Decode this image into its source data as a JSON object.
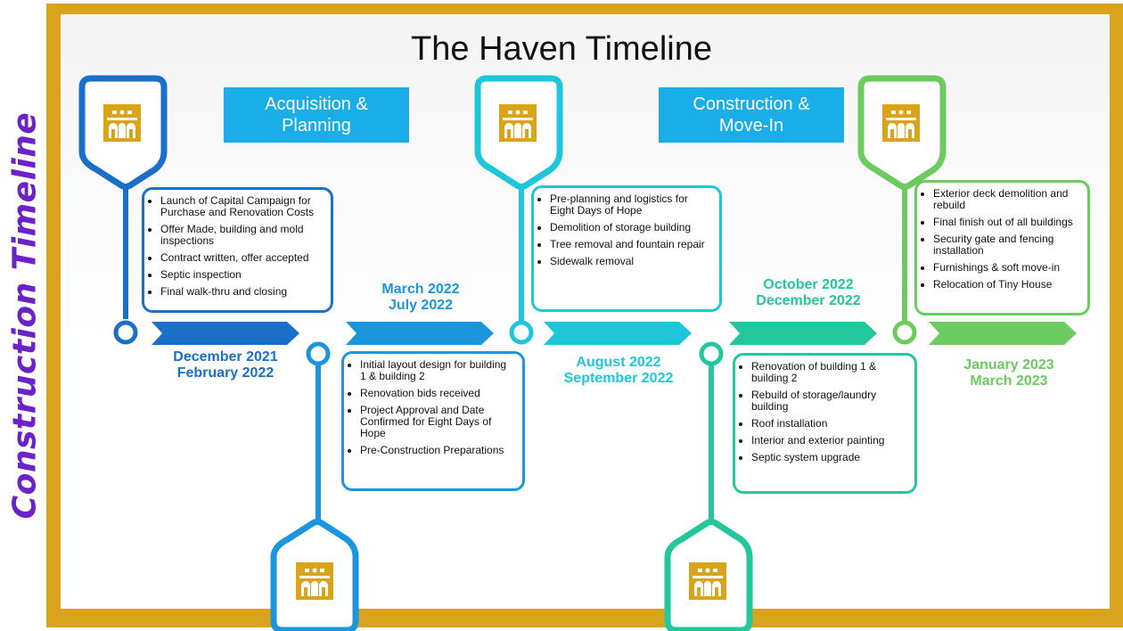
{
  "vertical_title": "Construction Timeline",
  "title": "The Haven Timeline",
  "phases": [
    {
      "label": "Acquisition & Planning"
    },
    {
      "label": "Construction & Move-In"
    }
  ],
  "milestones": [
    {
      "date_line1": "December 2021",
      "date_line2": "February 2022",
      "color": "#1a6fc9",
      "items": [
        "Launch of Capital Campaign for Purchase and Renovation Costs",
        "Offer Made, building and mold inspections",
        "Contract written, offer accepted",
        "Septic inspection",
        "Final walk-thru and closing"
      ]
    },
    {
      "date_line1": "March 2022",
      "date_line2": "July 2022",
      "color": "#1b95dd",
      "items": [
        "Initial layout design for building 1 & building 2",
        "Renovation bids received",
        "Project Approval and Date Confirmed for Eight Days of Hope",
        "Pre-Construction Preparations"
      ]
    },
    {
      "date_line1": "August 2022",
      "date_line2": "September 2022",
      "color": "#1ec6da",
      "items": [
        "Pre-planning and logistics for Eight Days of Hope",
        "Demolition of storage building",
        "Tree removal and fountain repair",
        "Sidewalk removal"
      ]
    },
    {
      "date_line1": "October 2022",
      "date_line2": "December 2022",
      "color": "#22c79c",
      "items": [
        "Renovation of building 1 & building 2",
        "Rebuild of storage/laundry building",
        "Roof installation",
        "Interior and exterior painting",
        "Septic system upgrade"
      ]
    },
    {
      "date_line1": "January 2023",
      "date_line2": "March 2023",
      "color": "#6ccb5f",
      "items": [
        "Exterior deck demolition and rebuild",
        "Final finish out of all buildings",
        "Security gate and fencing installation",
        "Furnishings & soft move-in",
        "Relocation of Tiny House"
      ]
    }
  ],
  "icon_color": "#d9a41c",
  "frame_color": "#d9a41c",
  "phase_color": "#1aaee8",
  "vertical_title_color": "#6b22c7"
}
